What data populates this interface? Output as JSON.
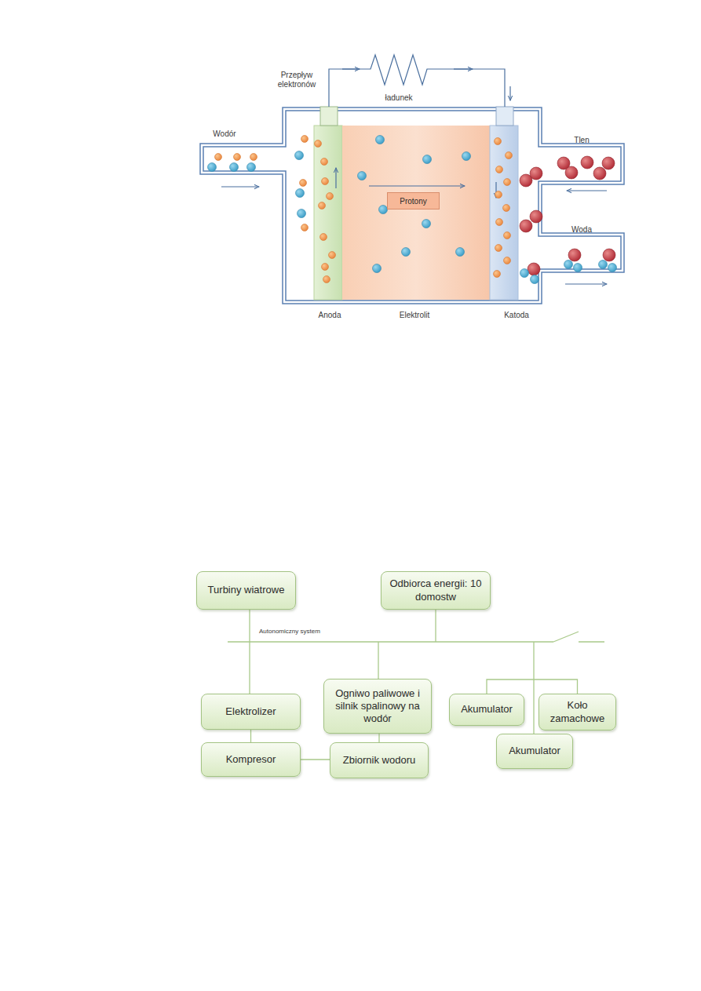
{
  "diagram": {
    "nodes": [
      {
        "text": [
          "Protony"
        ]
      },
      {
        "text": [
          "Turbiny wiatrowe"
        ]
      },
      {
        "text": [
          "Odbiorca energii: 10 domostw"
        ]
      },
      {
        "text": [
          "Elektrolizer"
        ]
      },
      {
        "text": [
          "Ogniwo paliwowe i silnik spalinowy na wodór"
        ]
      },
      {
        "text": [
          "Akumulator"
        ]
      },
      {
        "text": [
          "Koło zamachowe"
        ]
      },
      {
        "text": [
          "Kompresor"
        ]
      },
      {
        "text": [
          "Zbiornik wodoru"
        ]
      },
      {
        "text": [
          "Akumulator"
        ]
      }
    ],
    "edges": [
      {
        "from": 3,
        "to": 7,
        "arrow": "none"
      },
      {
        "from": 7,
        "to": 8,
        "arrow": "none"
      },
      {
        "from": 4,
        "to": 8,
        "arrow": "none"
      },
      {
        "from": 5,
        "to": 6,
        "arrow": "none"
      }
    ],
    "labels": [
      "Przepływ elektronów",
      "ładunek",
      "Wodór",
      "Tlen",
      "Woda",
      "Anoda",
      "Elektrolit",
      "Katoda",
      "Autonomiczny system"
    ]
  }
}
